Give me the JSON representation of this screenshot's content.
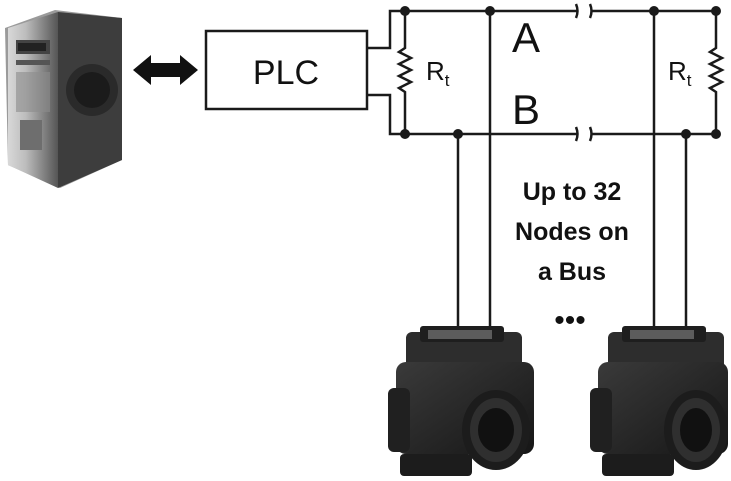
{
  "controller": {
    "label": "PLC"
  },
  "bus": {
    "line_a": "A",
    "line_b": "B"
  },
  "terminator": {
    "symbol": "R",
    "subscript": "t"
  },
  "node_note": {
    "lines": [
      "Up to 32",
      "Nodes on",
      "a Bus"
    ]
  },
  "ellipsis": "•••",
  "colors": {
    "line": "#1a1a1a",
    "device_body": "#2b2b2b",
    "background": "#ffffff"
  }
}
